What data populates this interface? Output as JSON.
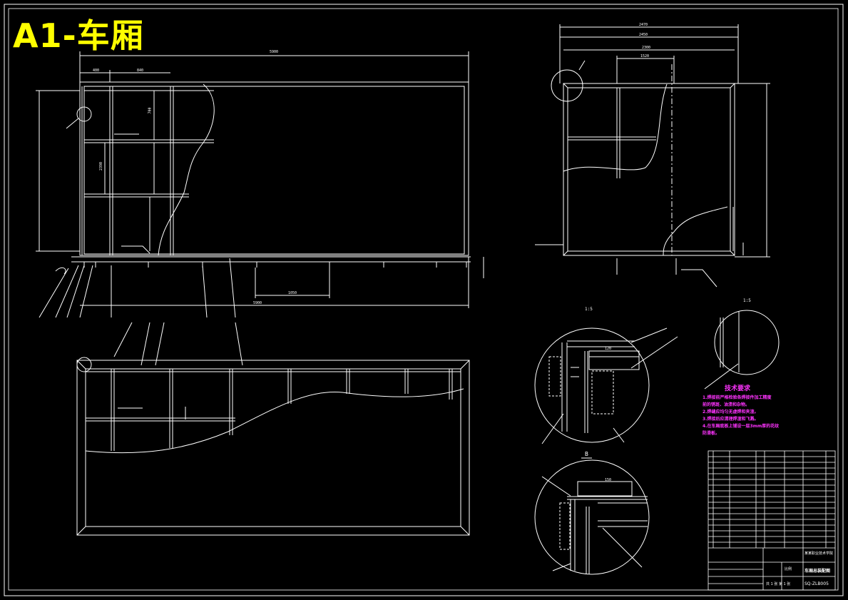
{
  "sheet_title": "A1-车厢",
  "dimensions": {
    "overall_length": "5900",
    "front_offset": "400",
    "panel_width": "840",
    "bay_width": "1050",
    "height_upper": "700",
    "height_mid": "2390",
    "side_width_outer": "2470",
    "side_width_inner": "2450",
    "door_width": "2300",
    "door_inner": "1520",
    "detail_150": "150",
    "detail_120": "120"
  },
  "detail_labels": {
    "section_a": "1:5",
    "section_b": "B",
    "section_c": "1:5"
  },
  "tech_requirements": {
    "title": "技术要求",
    "lines": [
      "1.焊接前严格检验各焊接件加工精度",
      "  前的锈斑、油渍和杂物。",
      "2.焊缝应均匀无虚焊和夹渣。",
      "3.焊接后应清理焊渣和飞溅。",
      "4.在车厢底板上铺设一层3mm厚的花纹",
      "  防滑板。"
    ]
  },
  "title_block": {
    "drawing_name": "车厢总装配图",
    "drawing_no": "SQ-ZLB005",
    "school": "某某职业技术学院",
    "scale_label": "比例",
    "sheet_label": "共 1 张  第 1 张"
  }
}
